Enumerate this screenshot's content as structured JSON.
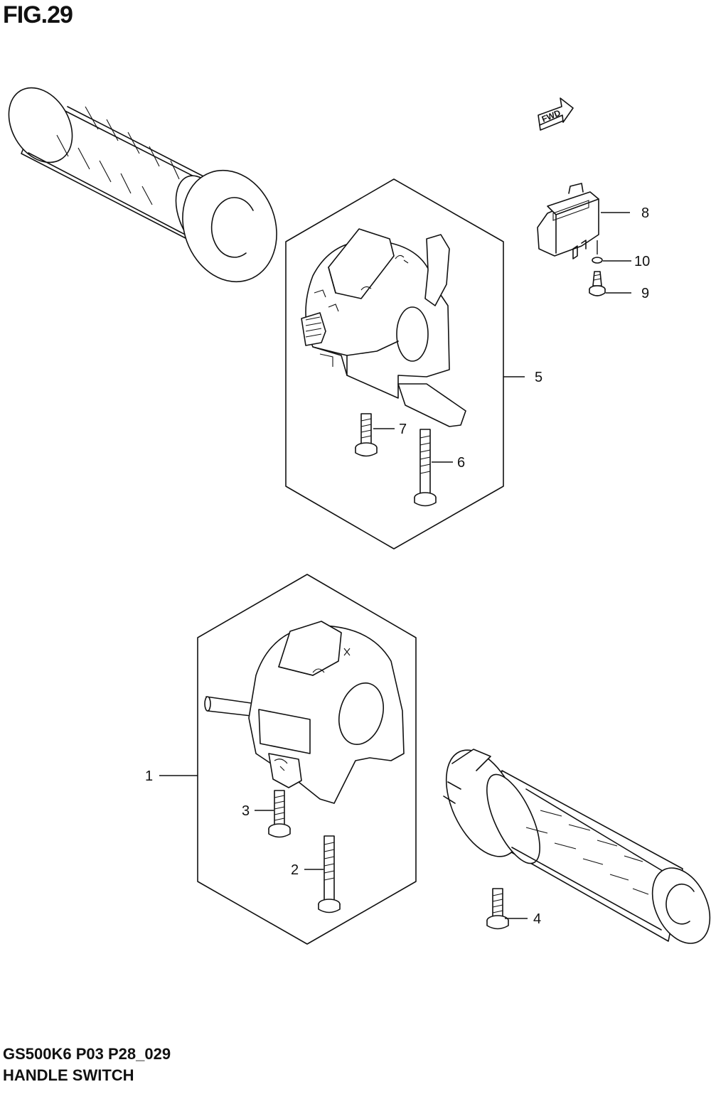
{
  "figure": {
    "title": "FIG.29"
  },
  "footer": {
    "model_line": "GS500K6 P03 P28_029",
    "name_line": "HANDLE SWITCH"
  },
  "fwd_label": "FWD",
  "callouts": [
    "1",
    "2",
    "3",
    "4",
    "5",
    "6",
    "7",
    "8",
    "9",
    "10"
  ]
}
